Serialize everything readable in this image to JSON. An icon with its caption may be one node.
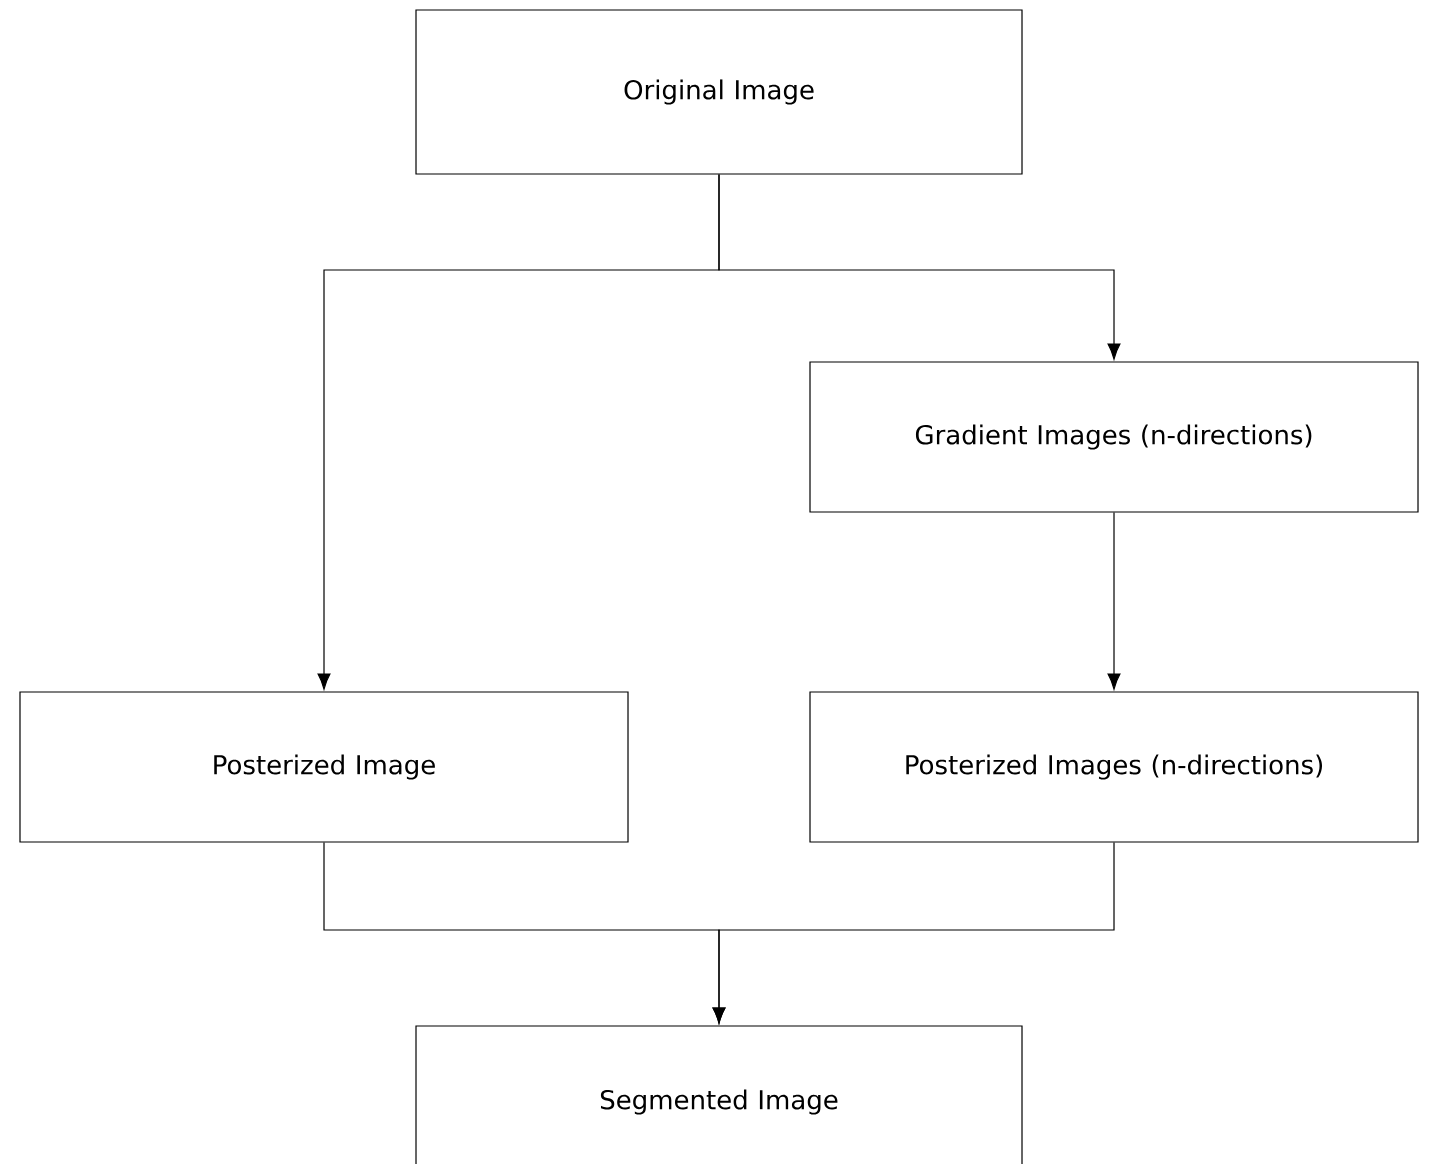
{
  "diagram": {
    "nodes": [
      {
        "text": [
          "Original Image"
        ]
      },
      {
        "text": [
          "Gradient Images (n-directions)"
        ]
      },
      {
        "text": [
          "Posterized Image"
        ]
      },
      {
        "text": [
          "Posterized Images (n-directions)"
        ]
      },
      {
        "text": [
          "Segmented Image"
        ]
      }
    ],
    "edges": [
      {
        "from": 0,
        "to": 2,
        "arrow": "to"
      },
      {
        "from": 0,
        "to": 1,
        "arrow": "to"
      },
      {
        "from": 1,
        "to": 3,
        "arrow": "to"
      },
      {
        "from": 2,
        "to": 4,
        "arrow": "to"
      },
      {
        "from": 3,
        "to": 4,
        "arrow": "to"
      }
    ]
  }
}
